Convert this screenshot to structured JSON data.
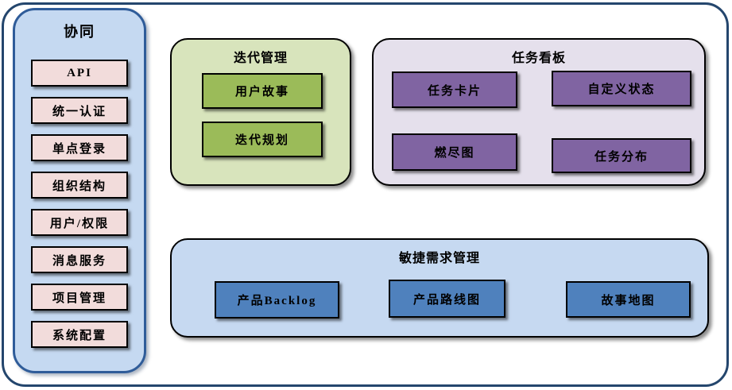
{
  "diagram": {
    "sidebar": {
      "title": "协同",
      "items": [
        "API",
        "统一认证",
        "单点登录",
        "组织结构",
        "用户/权限",
        "消息服务",
        "项目管理",
        "系统配置"
      ]
    },
    "iteration": {
      "title": "迭代管理",
      "items": [
        "用户故事",
        "迭代规划"
      ]
    },
    "kanban": {
      "title": "任务看板",
      "items": [
        "任务卡片",
        "自定义状态",
        "燃尽图",
        "任务分布"
      ]
    },
    "requirements": {
      "title": "敏捷需求管理",
      "items": [
        "产品Backlog",
        "产品路线图",
        "故事地图"
      ]
    }
  },
  "colors": {
    "frame_border": "#24466d",
    "sidebar_fill": "#c5d9f1",
    "sidebar_border": "#2f5c99",
    "sidebar_item_fill": "#f2dcdb",
    "iteration_group_fill": "#d8e4bc",
    "iteration_item_fill": "#9bbb59",
    "kanban_group_fill": "#e5e0ec",
    "kanban_item_fill": "#8064a2",
    "requirements_group_fill": "#c6d9f1",
    "requirements_item_fill": "#4f81bd",
    "node_border": "#000000",
    "text": "#000000"
  }
}
